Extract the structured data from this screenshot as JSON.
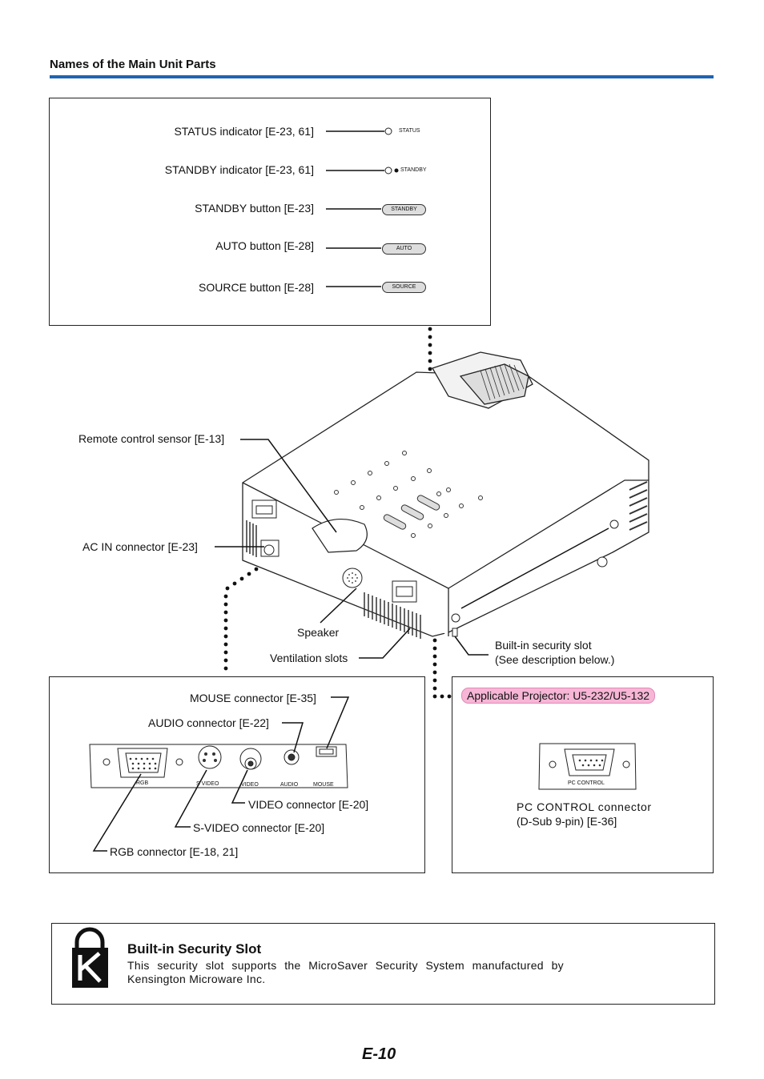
{
  "section_title": "Names of the Main Unit Parts",
  "top_panel": {
    "labels": [
      "STATUS indicator [E-23, 61]",
      "STANDBY indicator [E-23, 61]",
      "STANDBY button [E-23]",
      "AUTO button [E-28]",
      "SOURCE button [E-28]"
    ],
    "markings": {
      "status": "STATUS",
      "standby": "STANDBY",
      "standby_btn": "STANDBY",
      "auto_btn": "AUTO",
      "source_btn": "SOURCE"
    }
  },
  "callouts": {
    "remote_sensor": "Remote control sensor [E-13]",
    "ac_in": "AC IN connector [E-23]",
    "speaker": "Speaker",
    "vent": "Ventilation slots",
    "security_slot_1": "Built-in security slot",
    "security_slot_2": "(See description below.)"
  },
  "connector_panel": {
    "mouse": "MOUSE connector [E-35]",
    "audio": "AUDIO connector [E-22]",
    "video": "VIDEO connector [E-20]",
    "svideo": "S-VIDEO connector [E-20]",
    "rgb": "RGB connector [E-18, 21]",
    "port_labels": {
      "rgb": "RGB",
      "svideo": "S VIDEO",
      "video": "VIDEO",
      "audio": "AUDIO",
      "mouse": "MOUSE"
    }
  },
  "pc_panel": {
    "badge": "Applicable Projector: U5-232/U5-132",
    "port_label": "PC CONTROL",
    "label_1": "PC CONTROL connector",
    "label_2": "(D-Sub 9-pin) [E-36]"
  },
  "security": {
    "heading": "Built-in Security Slot",
    "text": "This security slot supports the MicroSaver Security System manufactured by Kensington Microware Inc."
  },
  "page_number": "E-10"
}
